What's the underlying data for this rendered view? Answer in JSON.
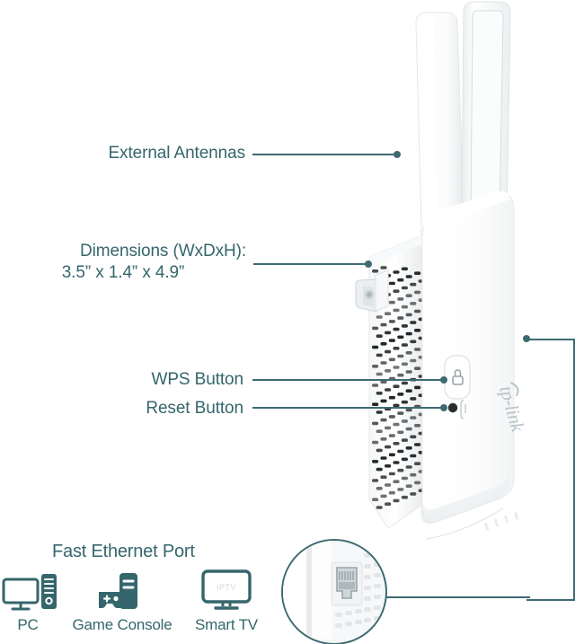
{
  "accent_color": "#35666c",
  "line_color": "#3d6b71",
  "callouts": [
    {
      "id": "external-antennas",
      "label": "External Antennas"
    },
    {
      "id": "dimensions",
      "label": "Dimensions (WxDxH):",
      "value": "3.5” x 1.4” x 4.9”"
    },
    {
      "id": "wps-button",
      "label": "WPS Button"
    },
    {
      "id": "reset-button",
      "label": "Reset Button"
    }
  ],
  "ethernet": {
    "heading": "Fast Ethernet Port",
    "devices": [
      {
        "id": "pc",
        "label": "PC",
        "icon": "desktop-computer-icon"
      },
      {
        "id": "game-console",
        "label": "Game Console",
        "icon": "game-console-icon"
      },
      {
        "id": "smart-tv",
        "label": "Smart TV",
        "icon": "television-icon",
        "screen_text": "IPTV"
      }
    ]
  },
  "product": {
    "brand": "tp-link",
    "wps_icon": "padlock-icon",
    "reset_icon": "reset-pinhole-icon",
    "antenna_count": 2,
    "led_count": 4,
    "port_icon": "rj45-ethernet-port-icon"
  }
}
